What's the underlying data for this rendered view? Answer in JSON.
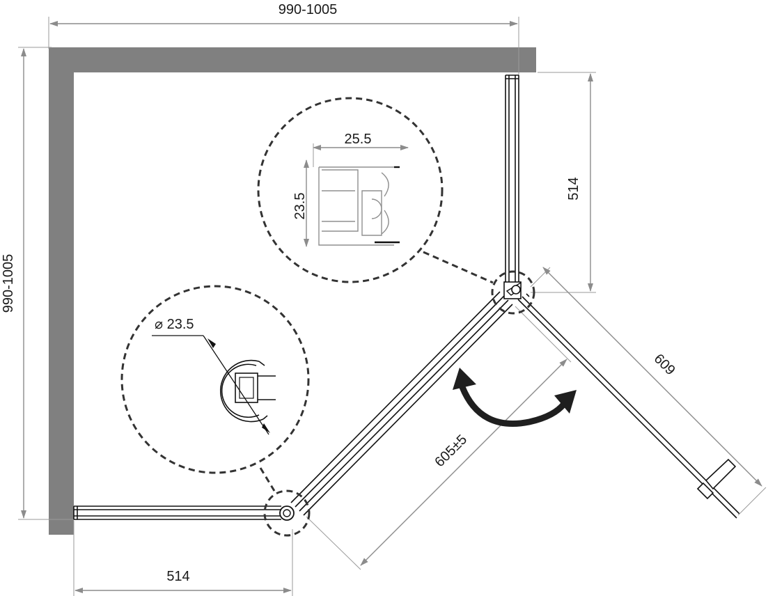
{
  "dimensions": {
    "top_width": "990-1005",
    "left_height": "990-1005",
    "right_panel_depth": "514",
    "bottom_panel_width": "514",
    "door_width": "605±5",
    "door_swing_length": "609"
  },
  "details": {
    "profile_width": "25.5",
    "profile_height": "23.5",
    "hinge_diameter": "⌀ 23.5"
  },
  "colors": {
    "wall": "#808080",
    "lines": "#111111",
    "dimension_lines": "#8c8c8c",
    "swing_arrow": "#1f1f1f"
  },
  "icons": {
    "swing_direction": "double-arrow-curved-icon"
  }
}
